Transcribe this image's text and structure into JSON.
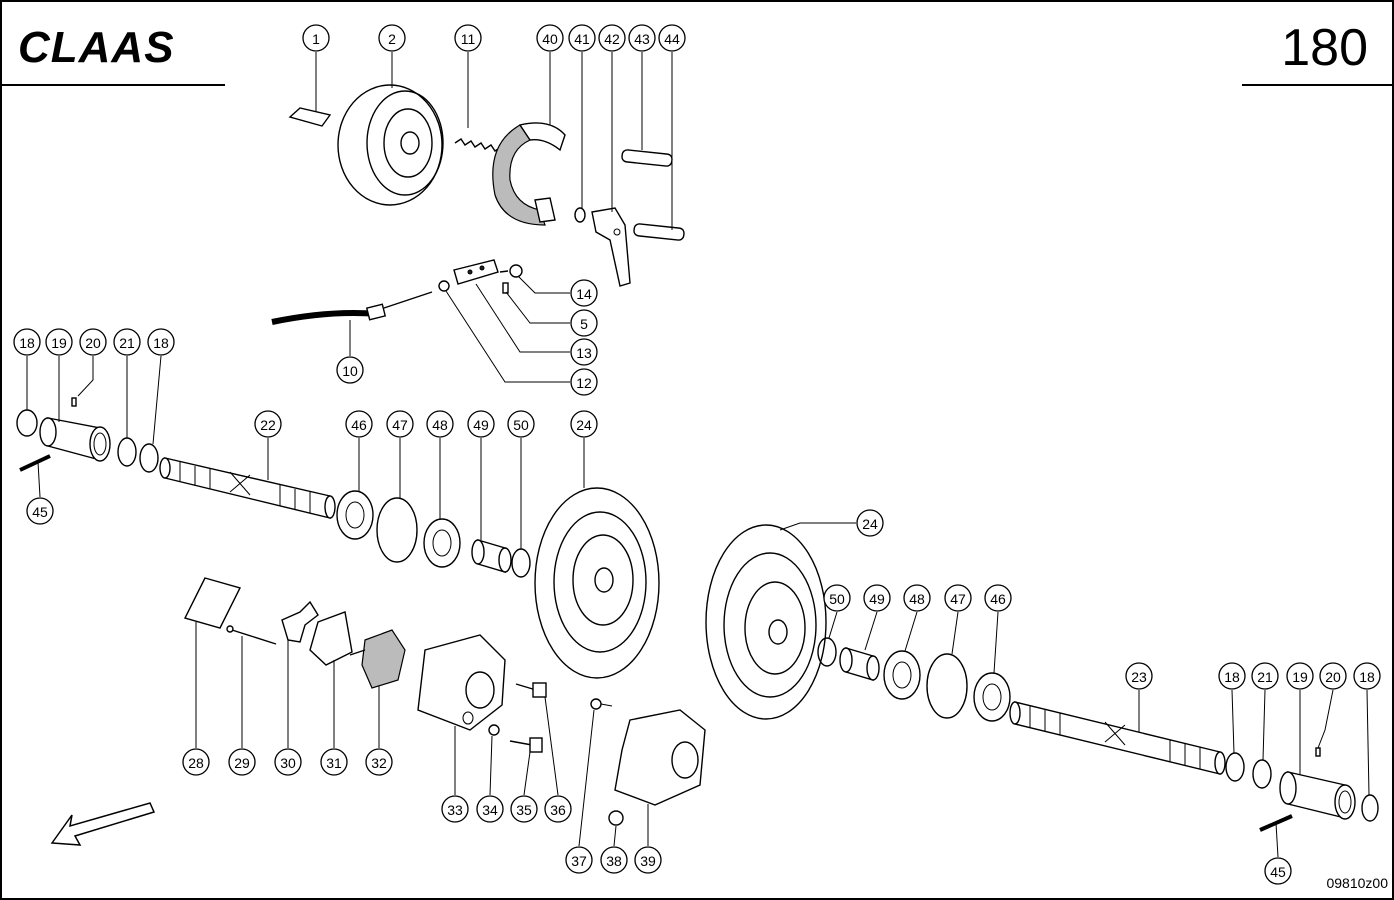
{
  "header": {
    "brand": "CLAAS",
    "page_number": "180"
  },
  "footer": {
    "drawing_ref": "09810z00"
  },
  "callouts": [
    {
      "id": "c1",
      "label": "1"
    },
    {
      "id": "c2",
      "label": "2"
    },
    {
      "id": "c11",
      "label": "11"
    },
    {
      "id": "c40",
      "label": "40"
    },
    {
      "id": "c41",
      "label": "41"
    },
    {
      "id": "c42",
      "label": "42"
    },
    {
      "id": "c43",
      "label": "43"
    },
    {
      "id": "c44",
      "label": "44"
    },
    {
      "id": "c14",
      "label": "14"
    },
    {
      "id": "c5",
      "label": "5"
    },
    {
      "id": "c13",
      "label": "13"
    },
    {
      "id": "c12",
      "label": "12"
    },
    {
      "id": "c10",
      "label": "10"
    },
    {
      "id": "c18a",
      "label": "18"
    },
    {
      "id": "c19a",
      "label": "19"
    },
    {
      "id": "c20a",
      "label": "20"
    },
    {
      "id": "c21a",
      "label": "21"
    },
    {
      "id": "c18b",
      "label": "18"
    },
    {
      "id": "c45a",
      "label": "45"
    },
    {
      "id": "c22",
      "label": "22"
    },
    {
      "id": "c46a",
      "label": "46"
    },
    {
      "id": "c47a",
      "label": "47"
    },
    {
      "id": "c48a",
      "label": "48"
    },
    {
      "id": "c49a",
      "label": "49"
    },
    {
      "id": "c50a",
      "label": "50"
    },
    {
      "id": "c24a",
      "label": "24"
    },
    {
      "id": "c24b",
      "label": "24"
    },
    {
      "id": "c50b",
      "label": "50"
    },
    {
      "id": "c49b",
      "label": "49"
    },
    {
      "id": "c48b",
      "label": "48"
    },
    {
      "id": "c47b",
      "label": "47"
    },
    {
      "id": "c46b",
      "label": "46"
    },
    {
      "id": "c23",
      "label": "23"
    },
    {
      "id": "c18c",
      "label": "18"
    },
    {
      "id": "c21b",
      "label": "21"
    },
    {
      "id": "c19b",
      "label": "19"
    },
    {
      "id": "c20b",
      "label": "20"
    },
    {
      "id": "c18d",
      "label": "18"
    },
    {
      "id": "c45b",
      "label": "45"
    },
    {
      "id": "c28",
      "label": "28"
    },
    {
      "id": "c29",
      "label": "29"
    },
    {
      "id": "c30",
      "label": "30"
    },
    {
      "id": "c31",
      "label": "31"
    },
    {
      "id": "c32",
      "label": "32"
    },
    {
      "id": "c33",
      "label": "33"
    },
    {
      "id": "c34",
      "label": "34"
    },
    {
      "id": "c35",
      "label": "35"
    },
    {
      "id": "c36",
      "label": "36"
    },
    {
      "id": "c37",
      "label": "37"
    },
    {
      "id": "c38",
      "label": "38"
    },
    {
      "id": "c39",
      "label": "39"
    }
  ]
}
